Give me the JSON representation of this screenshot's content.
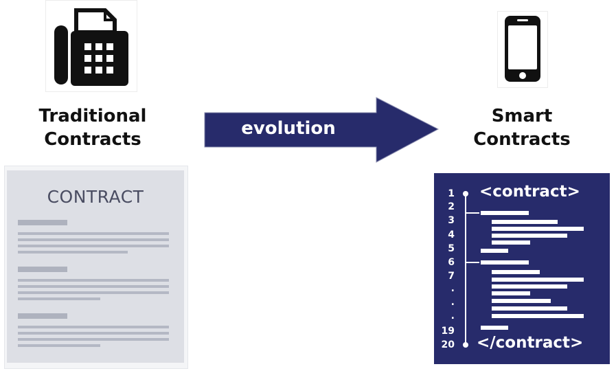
{
  "left": {
    "heading_line1": "Traditional",
    "heading_line2": "Contracts",
    "document_title": "CONTRACT",
    "icon": "fax-machine-icon"
  },
  "arrow": {
    "label": "evolution"
  },
  "right": {
    "heading_line1": "Smart",
    "heading_line2": "Contracts",
    "icon": "smartphone-icon",
    "code": {
      "open_tag": "<contract>",
      "close_tag": "</contract>",
      "line_numbers": [
        "1",
        "2",
        "3",
        "4",
        "5",
        "6",
        "7",
        ".",
        ".",
        ".",
        "19",
        "20"
      ]
    }
  },
  "colors": {
    "navy": "#272b6b",
    "text": "#111111",
    "doc_gray": "#dddfe5"
  }
}
